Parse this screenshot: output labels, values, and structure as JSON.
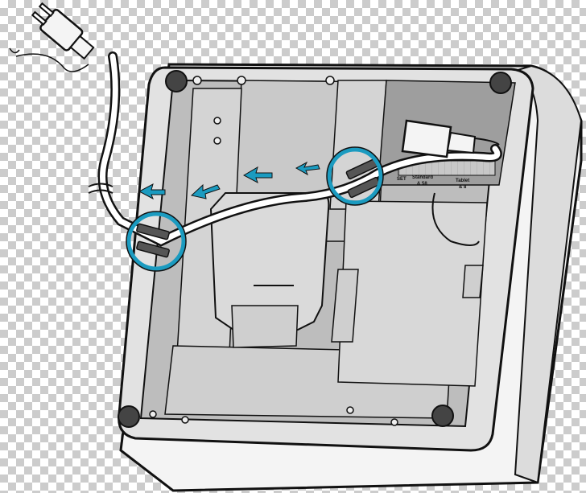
{
  "labels": {
    "set_label": "SET",
    "standard_label": "Standard",
    "standard_sub": "& 58",
    "tablet_label": "Tablet",
    "tablet_sub": "& 8"
  },
  "colors": {
    "highlight": "#1b9bc0",
    "arrow": "#1b9bc0",
    "device_body": "#e2e2e2",
    "device_inner": "#bdbdbd",
    "outline": "#111111"
  },
  "icons": [
    "power-plug-icon",
    "routing-arrow-icon",
    "highlight-circle-icon"
  ]
}
